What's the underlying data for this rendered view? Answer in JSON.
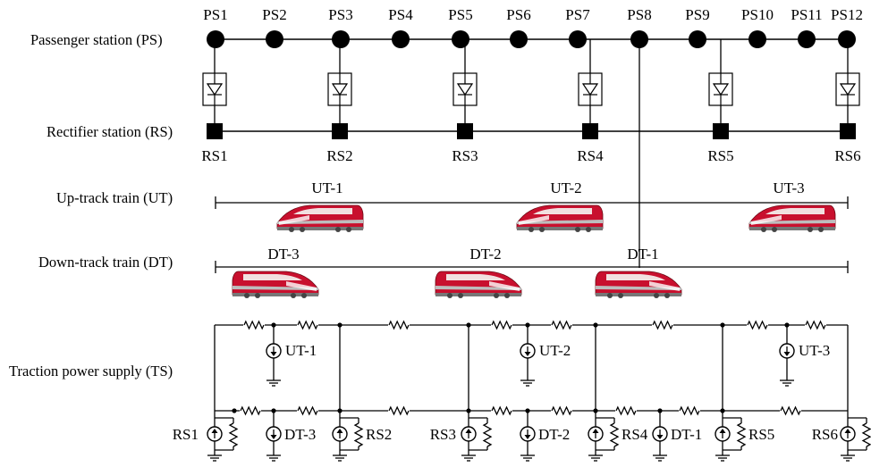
{
  "rows": {
    "ps": "Passenger station (PS)",
    "rs": "Rectifier station (RS)",
    "ut": "Up-track train (UT)",
    "dt": "Down-track train (DT)",
    "ts": "Traction power  supply (TS)"
  },
  "passenger_stations": [
    "PS1",
    "PS2",
    "PS3",
    "PS4",
    "PS5",
    "PS6",
    "PS7",
    "PS8",
    "PS9",
    "PS10",
    "PS11",
    "PS12"
  ],
  "rectifier_stations": [
    "RS1",
    "RS2",
    "RS3",
    "RS4",
    "RS5",
    "RS6"
  ],
  "up_trains": [
    "UT-1",
    "UT-2",
    "UT-3"
  ],
  "down_trains": [
    "DT-3",
    "DT-2",
    "DT-1"
  ],
  "circuit": {
    "up_sources": [
      "UT-1",
      "UT-2",
      "UT-3"
    ],
    "down_sources": [
      "DT-3",
      "DT-2",
      "DT-1"
    ],
    "rs_labels": [
      "RS1",
      "RS2",
      "RS3",
      "RS4",
      "RS5",
      "RS6"
    ]
  },
  "colors": {
    "train_body": "#c8102e",
    "train_grey": "#9a9a9a",
    "line": "#000000"
  }
}
